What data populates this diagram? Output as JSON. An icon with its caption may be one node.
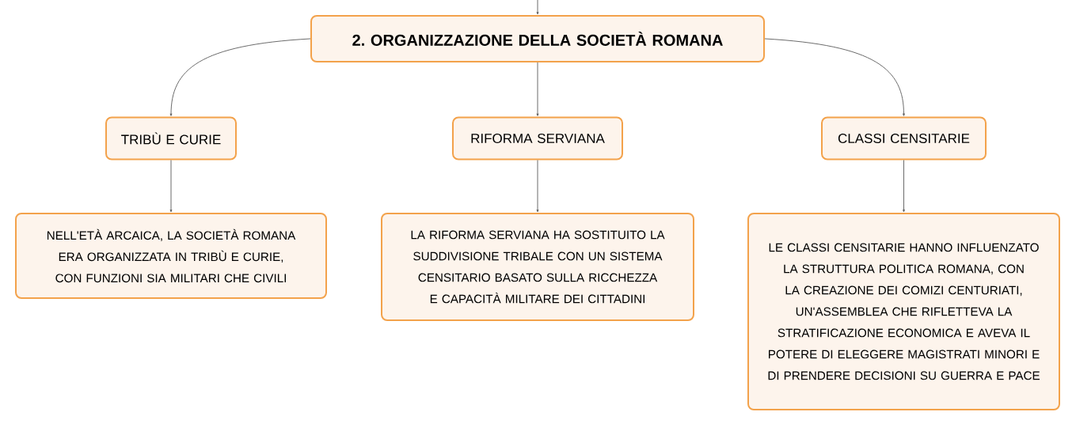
{
  "diagram": {
    "nodes": [
      {
        "text": [
          "2. ORGANIZZAZIONE DELLA SOCIETÀ ROMANA"
        ]
      },
      {
        "text": [
          "TRIBÙ E CURIE"
        ]
      },
      {
        "text": [
          "RIFORMA SERVIANA"
        ]
      },
      {
        "text": [
          "CLASSI CENSITARIE"
        ]
      },
      {
        "text": [
          "NELL'ETÀ ARCAICA, LA SOCIETÀ ROMANA ERA ORGANIZZATA IN TRIBÙ E CURIE, CON FUNZIONI SIA MILITARI CHE CIVILI"
        ]
      },
      {
        "text": [
          "LA RIFORMA SERVIANA HA SOSTITUITO LA SUDDIVISIONE TRIBALE CON UN SISTEMA CENSITARIO BASATO SULLA RICCHEZZA E CAPACITÀ MILITARE DEI CITTADINI"
        ]
      },
      {
        "text": [
          "LE CLASSI CENSITARIE HANNO INFLUENZATO LA STRUTTURA POLITICA ROMANA, CON LA CREAZIONE DEI COMIZI CENTURIATI, UN'ASSEMBLEA CHE RIFLETTEVA LA STRATIFICAZIONE ECONOMICA E AVEVA IL POTERE DI ELEGGERE MAGISTRATI MINORI E DI PRENDERE DECISIONI SU GUERRA E PACE"
        ]
      }
    ],
    "edges": [
      {
        "from": null,
        "to": 0,
        "arrow": "to"
      },
      {
        "from": 0,
        "to": 1,
        "arrow": "to"
      },
      {
        "from": 0,
        "to": 2,
        "arrow": "to"
      },
      {
        "from": 0,
        "to": 3,
        "arrow": "to"
      },
      {
        "from": 1,
        "to": 4,
        "arrow": "to"
      },
      {
        "from": 2,
        "to": 5,
        "arrow": "to"
      },
      {
        "from": 3,
        "to": 6,
        "arrow": "to"
      }
    ]
  }
}
